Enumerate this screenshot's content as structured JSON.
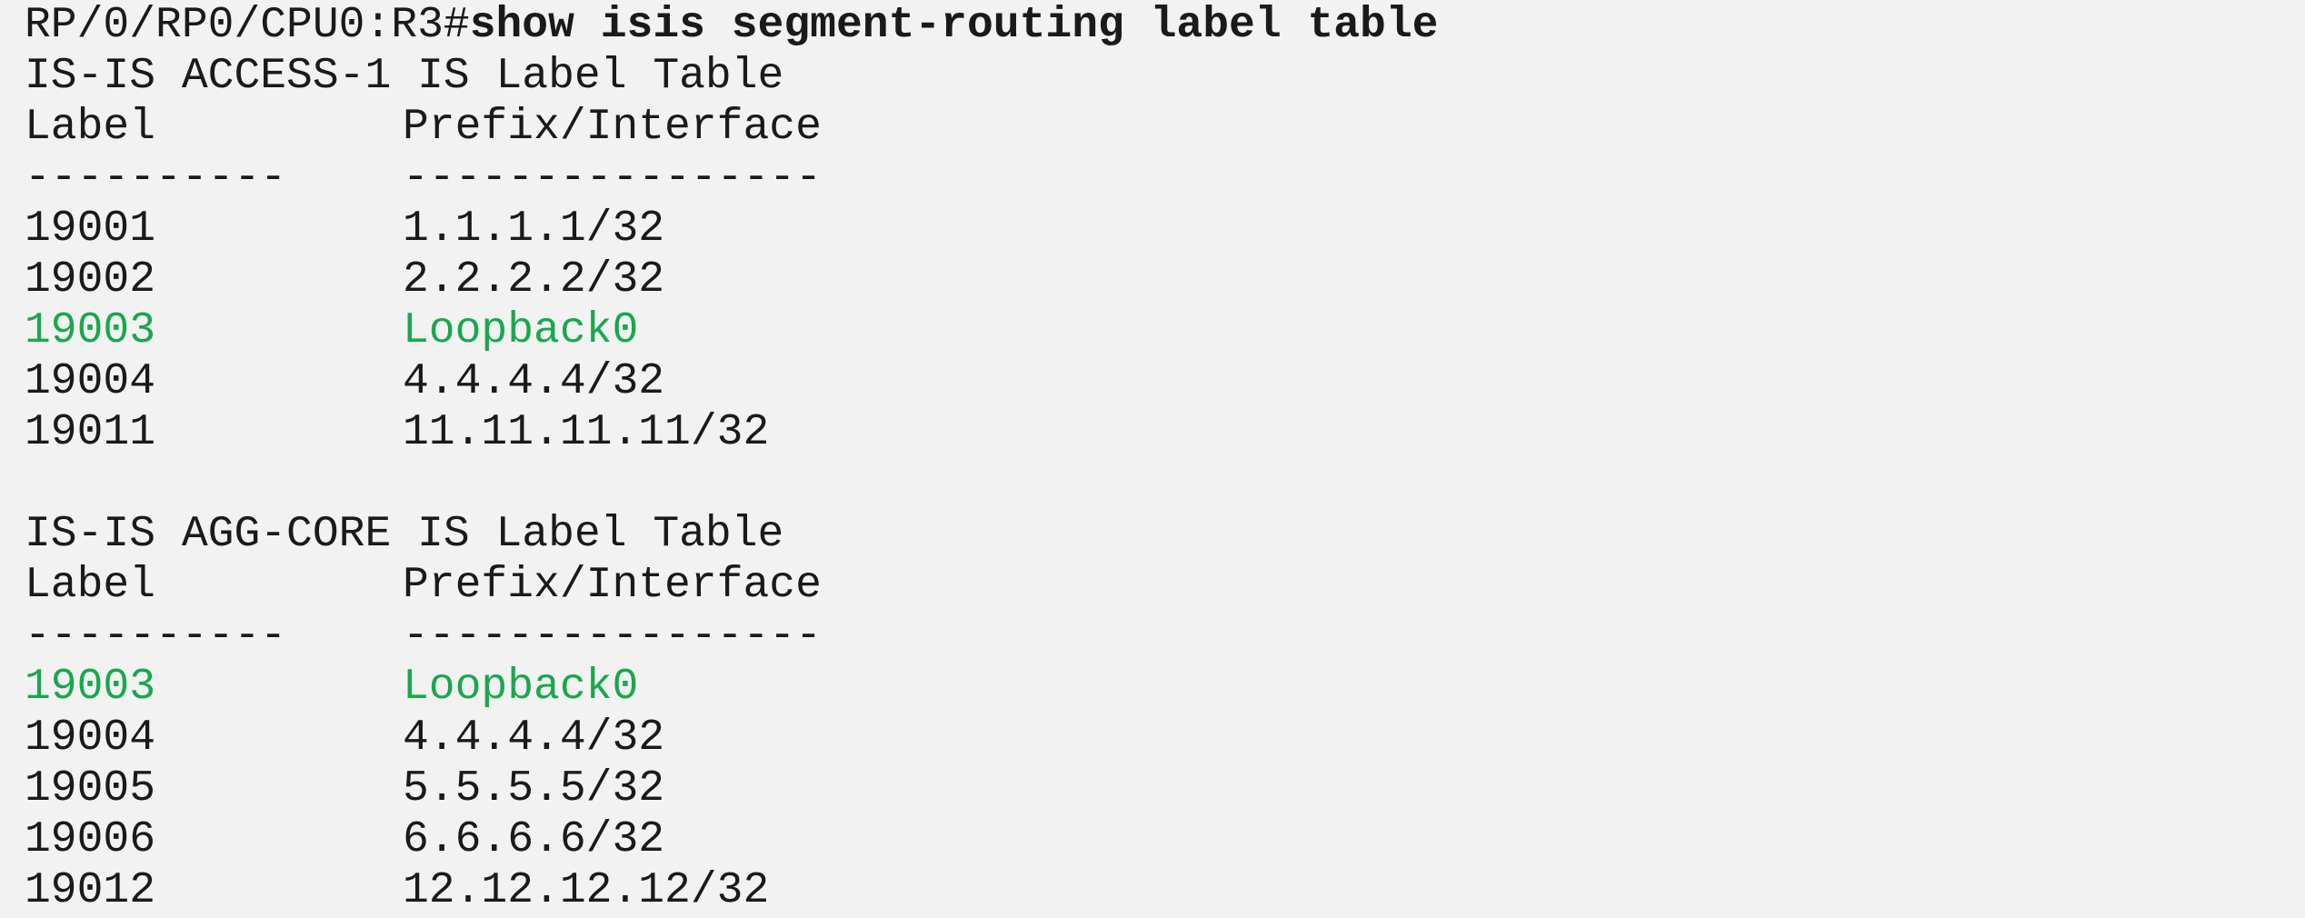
{
  "prompt": "RP/0/RP0/CPU0:R3#",
  "command": "show isis segment-routing label table",
  "highlight_color": "#18a84c",
  "tables": [
    {
      "title": "IS-IS ACCESS-1 IS Label Table",
      "header_label": "Label",
      "header_prefix": "Prefix/Interface",
      "sep_label": "----------",
      "sep_prefix": "----------------",
      "rows": [
        {
          "label": "19001",
          "prefix": "1.1.1.1/32"
        },
        {
          "label": "19002",
          "prefix": "2.2.2.2/32"
        },
        {
          "label": "19003",
          "prefix": "Loopback0"
        },
        {
          "label": "19004",
          "prefix": "4.4.4.4/32"
        },
        {
          "label": "19011",
          "prefix": "11.11.11.11/32"
        }
      ]
    },
    {
      "title": "IS-IS AGG-CORE IS Label Table",
      "header_label": "Label",
      "header_prefix": "Prefix/Interface",
      "sep_label": "----------",
      "sep_prefix": "----------------",
      "rows": [
        {
          "label": "19003",
          "prefix": "Loopback0"
        },
        {
          "label": "19004",
          "prefix": "4.4.4.4/32"
        },
        {
          "label": "19005",
          "prefix": "5.5.5.5/32"
        },
        {
          "label": "19006",
          "prefix": "6.6.6.6/32"
        },
        {
          "label": "19012",
          "prefix": "12.12.12.12/32"
        }
      ]
    }
  ]
}
